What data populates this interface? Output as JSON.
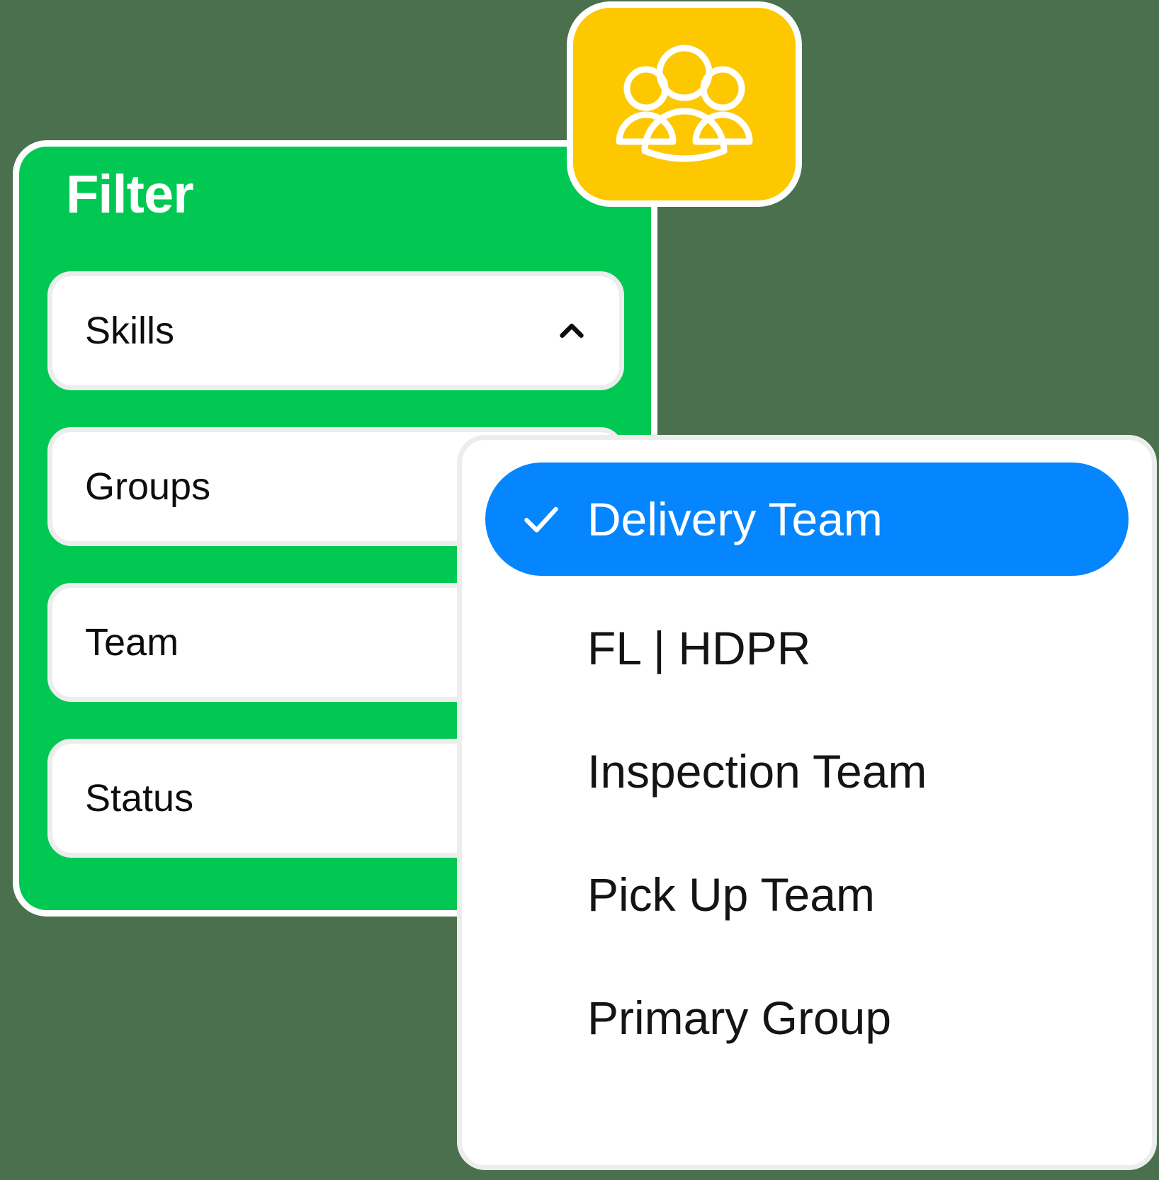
{
  "colors": {
    "background": "#4a704d",
    "panel_green": "#00c853",
    "accent_blue": "#0585fe",
    "icon_yellow": "#fdc800",
    "card_white": "#ffffff",
    "field_border": "#eceeed",
    "text_dark": "#141414"
  },
  "people_icon": {
    "name": "people-group-icon"
  },
  "filter_panel": {
    "title": "Filter",
    "fields": [
      {
        "label": "Skills",
        "icon": "chevron-up-icon",
        "expanded": true
      },
      {
        "label": "Groups",
        "icon": "",
        "expanded": false
      },
      {
        "label": "Team",
        "icon": "",
        "expanded": false
      },
      {
        "label": "Status",
        "icon": "",
        "expanded": false
      }
    ]
  },
  "dropdown": {
    "check_icon": "check-icon",
    "options": [
      {
        "label": "Delivery Team",
        "selected": true
      },
      {
        "label": "FL | HDPR",
        "selected": false
      },
      {
        "label": "Inspection Team",
        "selected": false
      },
      {
        "label": "Pick Up Team",
        "selected": false
      },
      {
        "label": "Primary Group",
        "selected": false
      }
    ]
  }
}
